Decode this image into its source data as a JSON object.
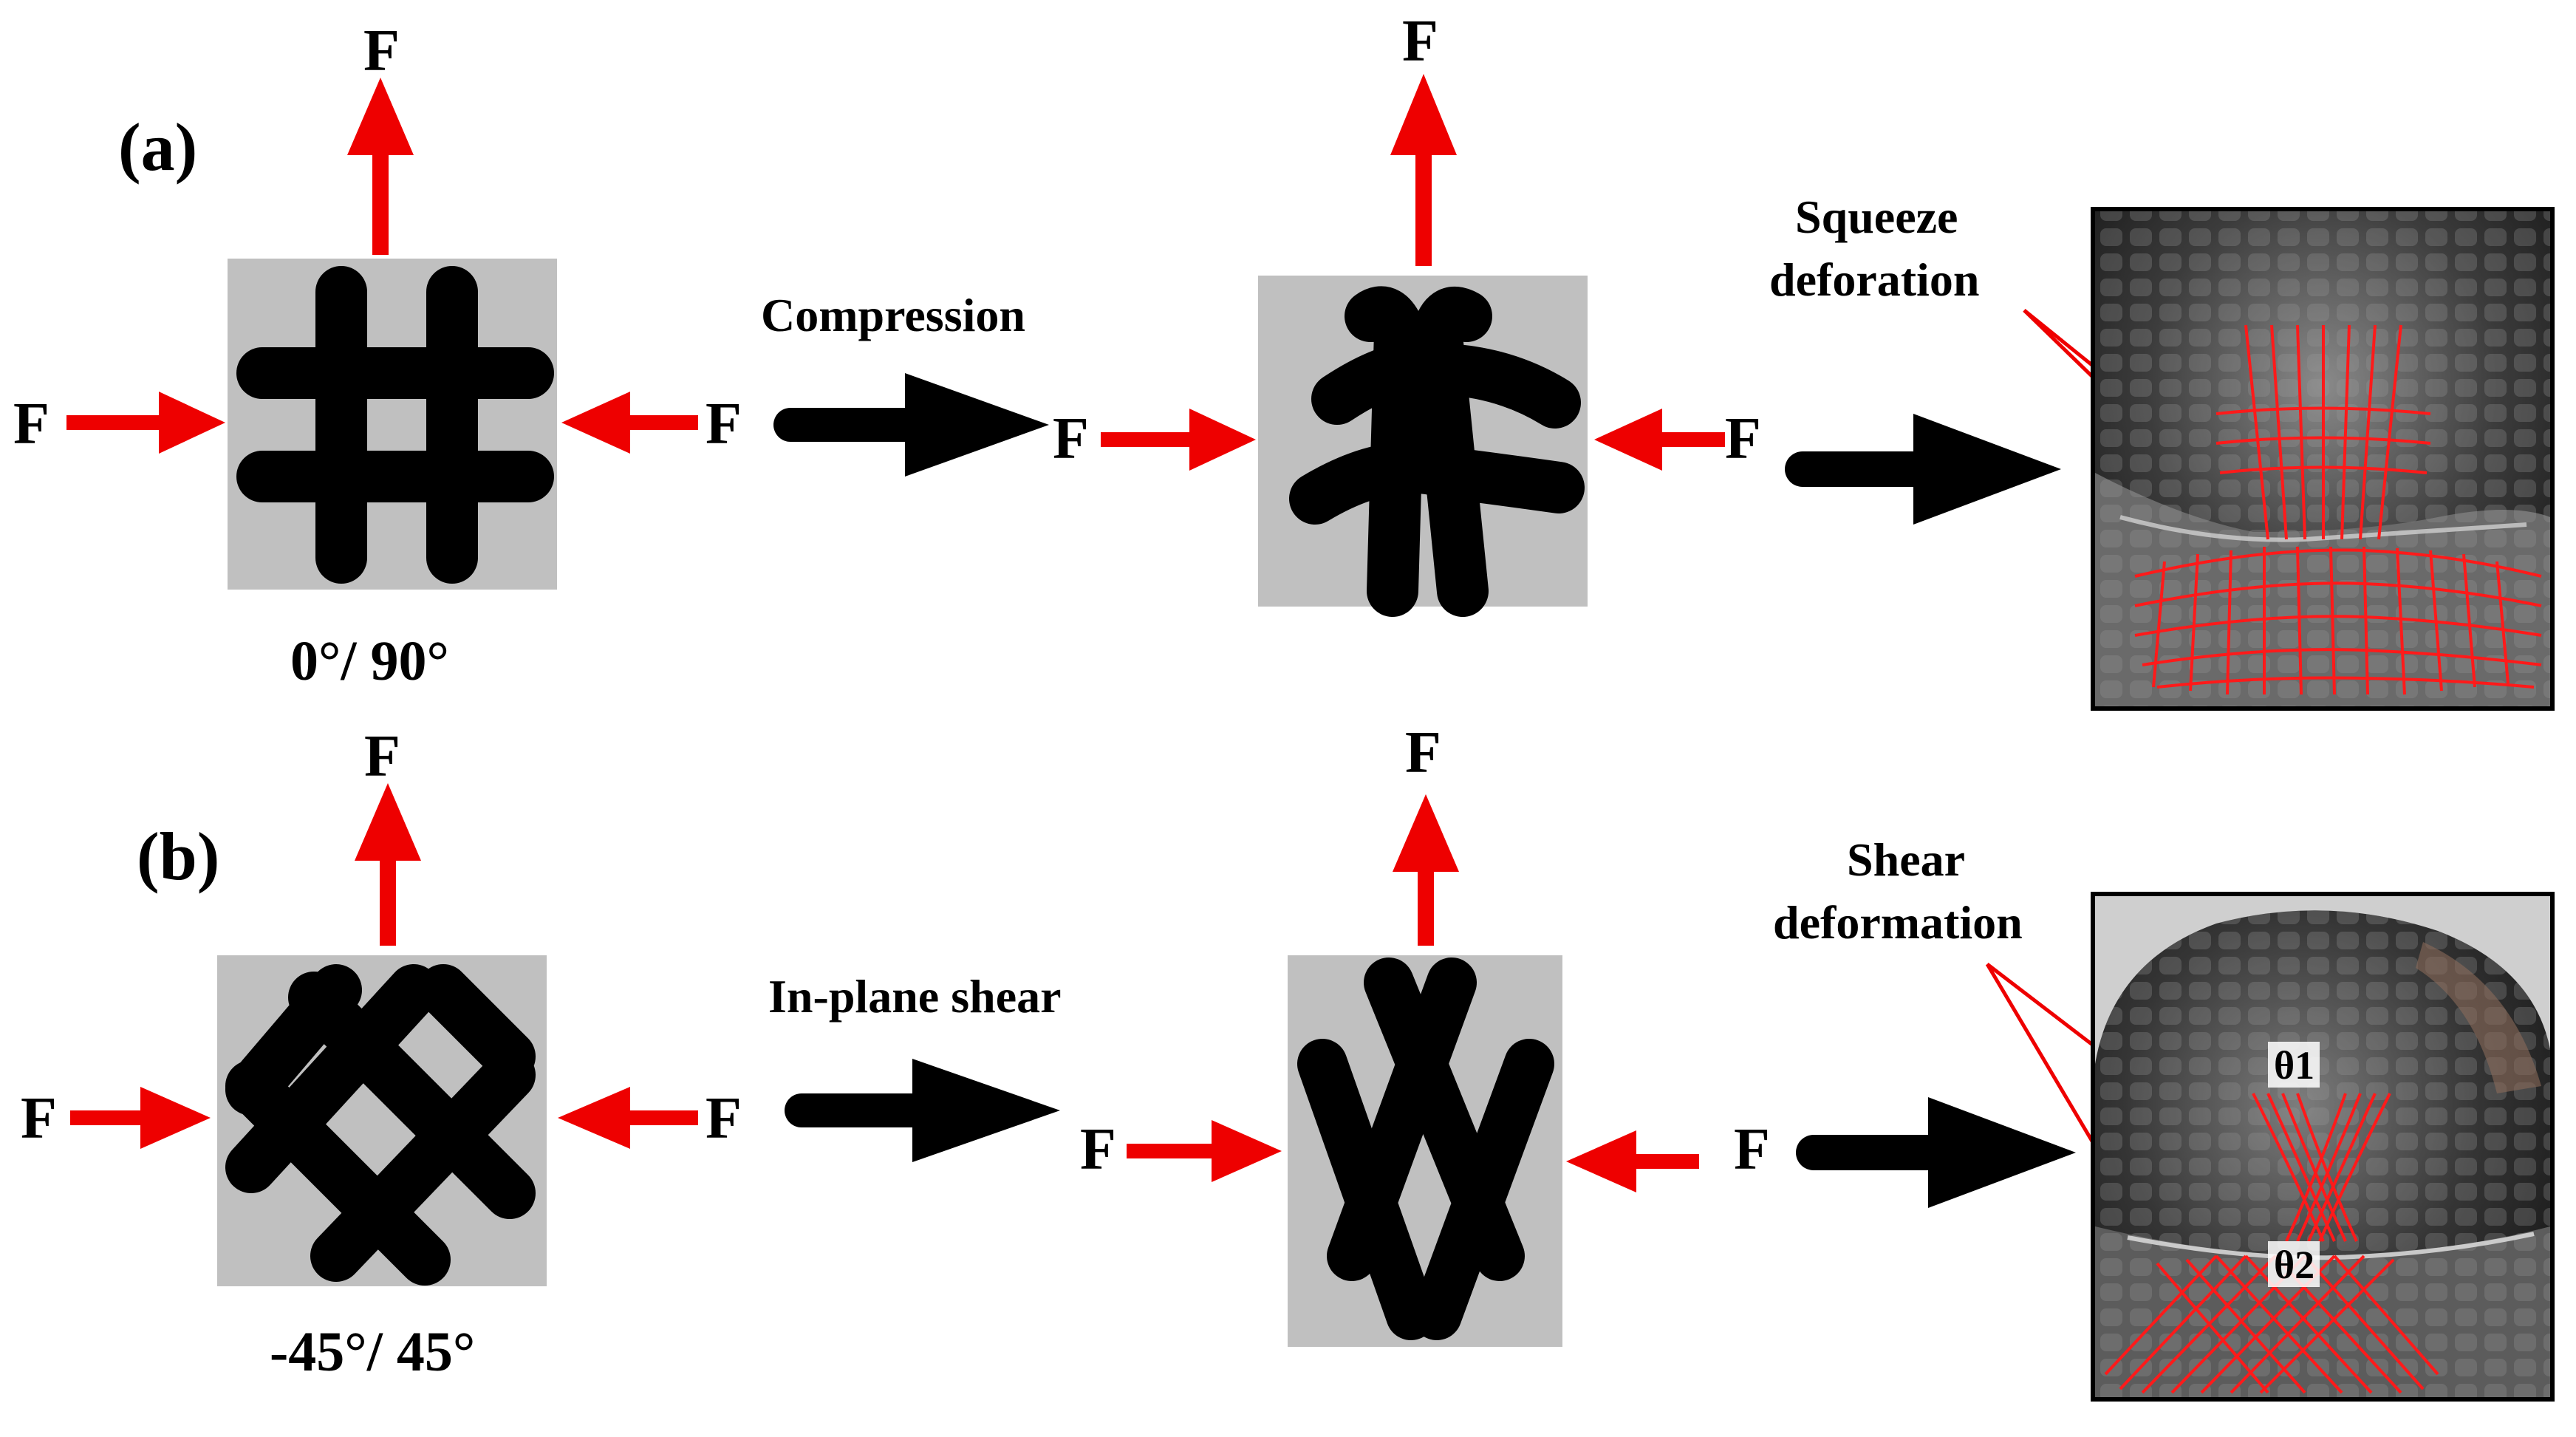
{
  "panels": [
    {
      "tag": "(a)",
      "force": "F",
      "orientation": "0°/ 90°",
      "process": "Compression",
      "annotation_line1": "Squeeze",
      "annotation_line2": "deforation"
    },
    {
      "tag": "(b)",
      "force": "F",
      "orientation": "-45°/ 45°",
      "process": "In-plane shear",
      "annotation_line1": "Shear",
      "annotation_line2": "deformation",
      "angle1": "θ1",
      "angle2": "θ2"
    }
  ],
  "colors": {
    "force_arrow": "#ee0000",
    "process_arrow": "#000000",
    "tow": "#000000",
    "cell": "#c0c0c0"
  }
}
